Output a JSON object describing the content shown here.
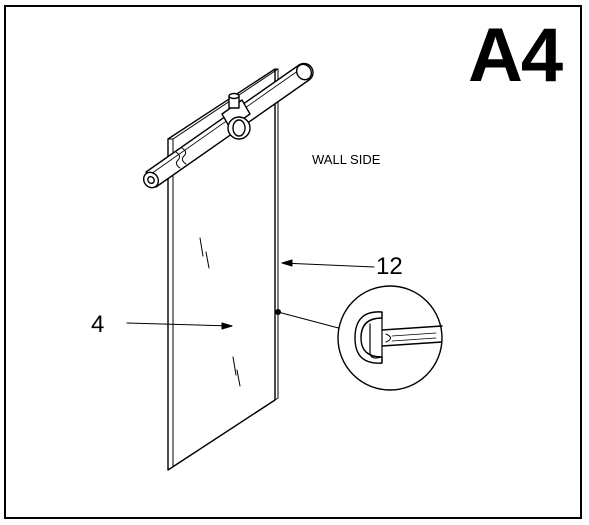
{
  "step": {
    "label": "A4"
  },
  "annotations": {
    "wall_side": "WALL SIDE"
  },
  "callouts": {
    "panel": "4",
    "seal": "12"
  }
}
